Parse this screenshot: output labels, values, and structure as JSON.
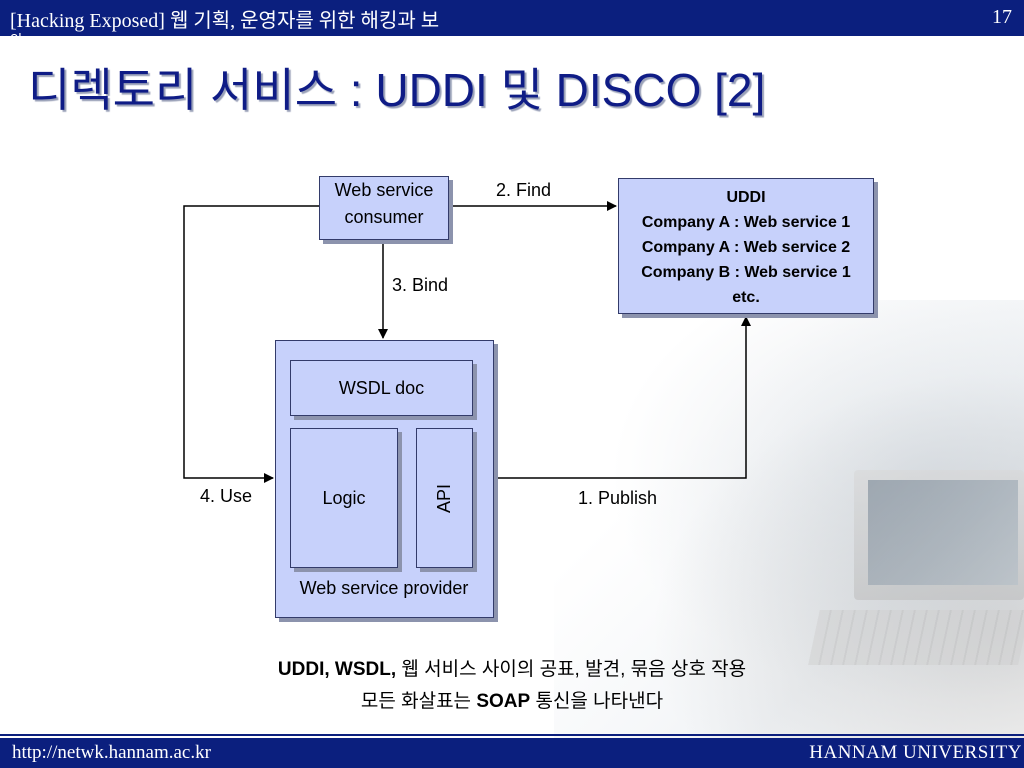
{
  "header": {
    "title": "[Hacking Exposed] 웹 기획, 운영자를 위한 해킹과 보",
    "title_wrap": "안",
    "page_number": "17"
  },
  "slide_title": "디렉토리 서비스 : UDDI 및 DISCO [2]",
  "diagram": {
    "consumer": {
      "line1": "Web service",
      "line2": "consumer"
    },
    "uddi": {
      "title": "UDDI",
      "entries": [
        "Company A : Web service 1",
        "Company A : Web service 2",
        "Company B : Web service 1",
        "etc."
      ]
    },
    "provider": {
      "wsdl": "WSDL doc",
      "logic": "Logic",
      "api": "API",
      "label": "Web service provider"
    },
    "edges": {
      "find": "2. Find",
      "bind": "3. Bind",
      "use": "4. Use",
      "publish": "1. Publish"
    }
  },
  "caption": {
    "line1_bold": "UDDI, WSDL,",
    "line1_rest": " 웹 서비스 사이의 공표, 발견, 묶음 상호 작용",
    "line2_pre": "모든 화살표는 ",
    "line2_bold": "SOAP",
    "line2_post": " 통신을 나타낸다"
  },
  "footer": {
    "url": "http://netwk.hannam.ac.kr",
    "university": "HANNAM  UNIVERSITY"
  },
  "colors": {
    "header_bar": "#0b1f7e",
    "title_text": "#0f1c86",
    "box_fill": "#c7d1fb"
  }
}
